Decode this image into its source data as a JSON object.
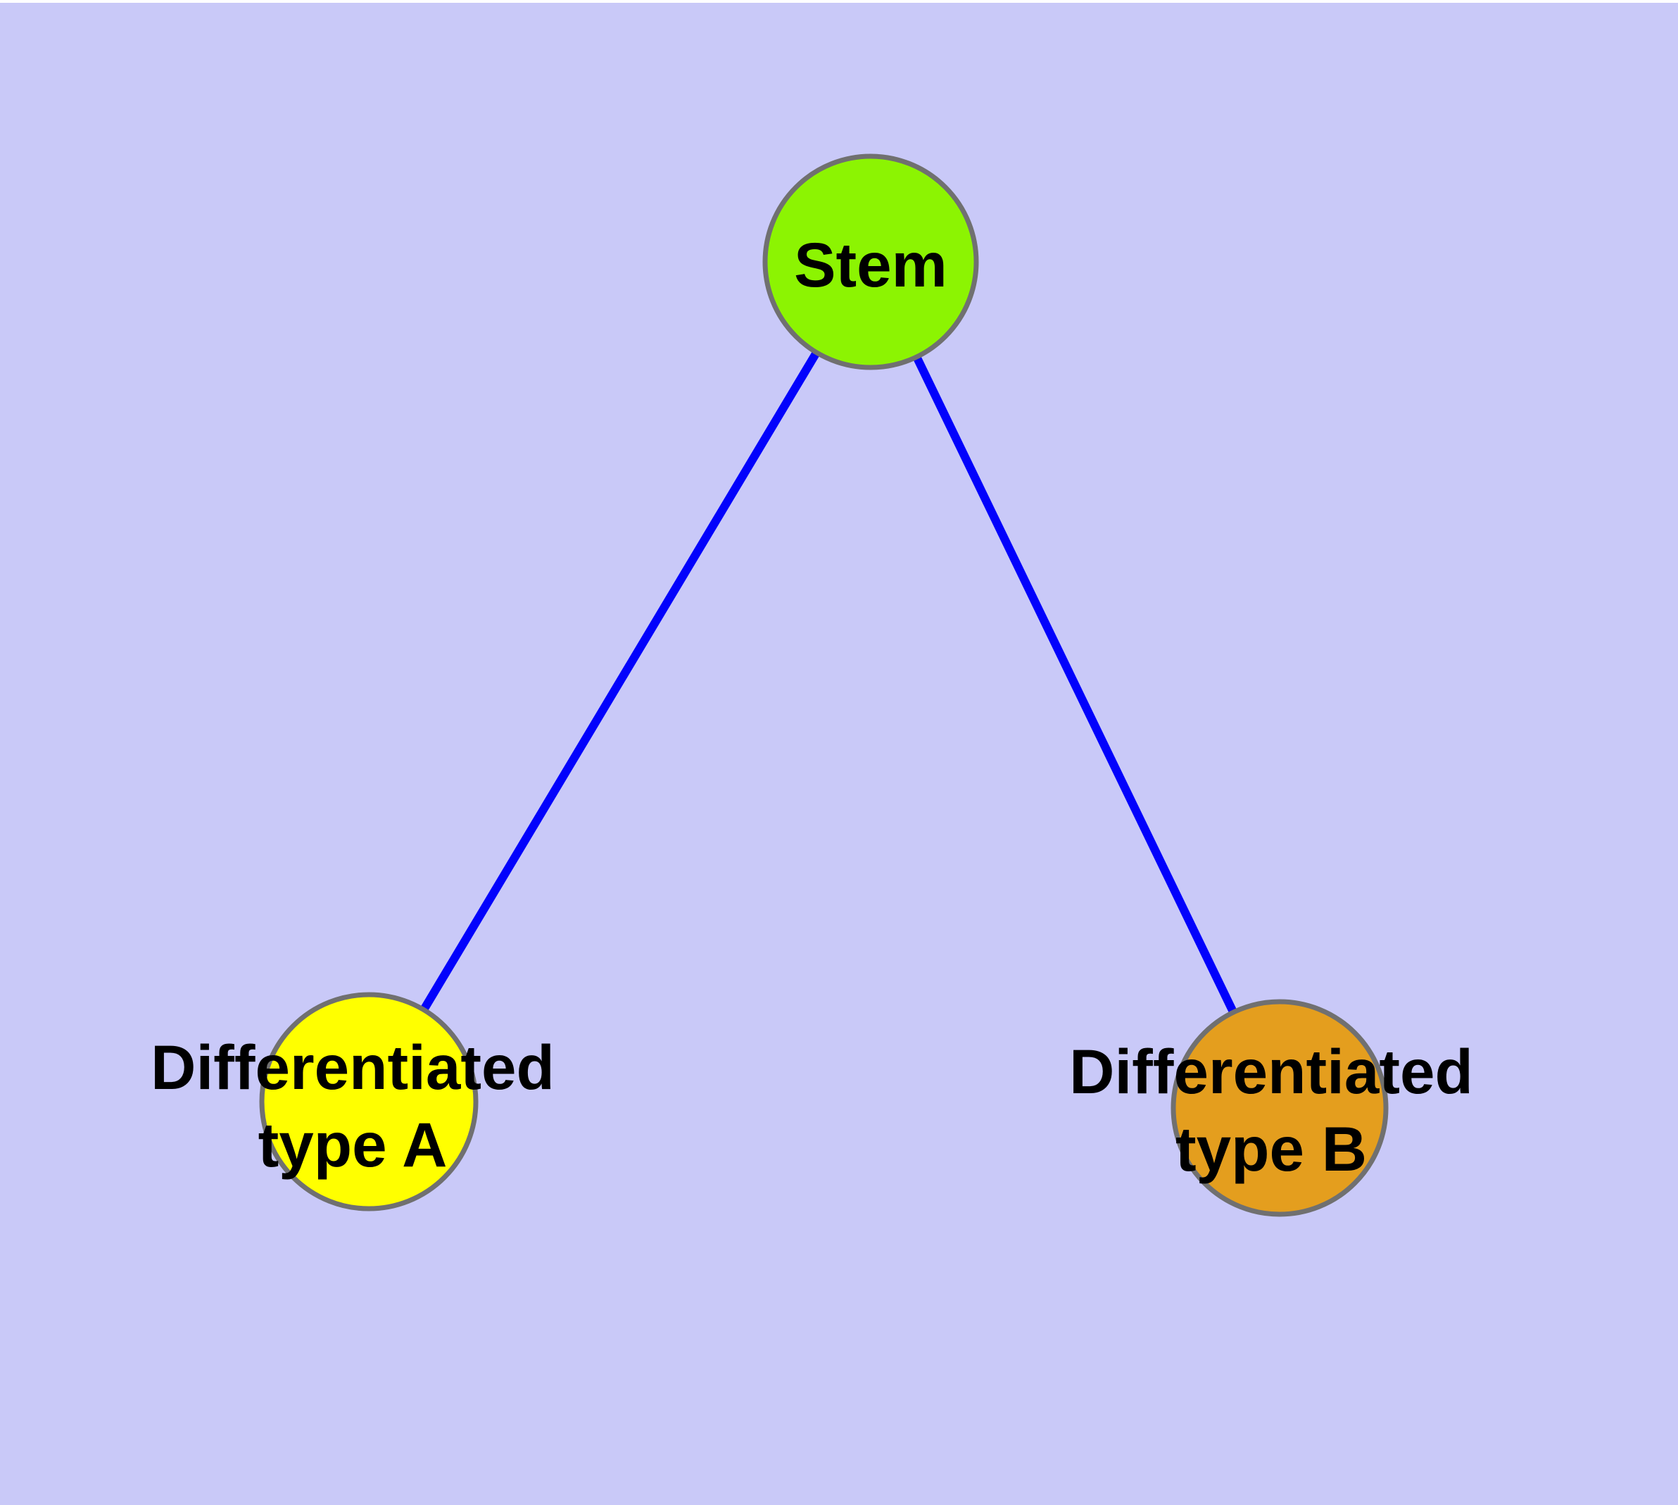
{
  "diagram": {
    "background_color": "#C9C9F8",
    "top_margin_color": "#FFFFFF",
    "edge_color": "#0202FC",
    "node_border_color": "#707070",
    "text_color": "#000000",
    "nodes": [
      {
        "id": "stem",
        "label": "Stem",
        "fill_color": "#8CF402"
      },
      {
        "id": "differentiated-type-a",
        "label_line1": "Differentiated",
        "label_line2": "type A",
        "fill_color": "#FFFF00"
      },
      {
        "id": "differentiated-type-b",
        "label_line1": "Differentiated",
        "label_line2": "type B",
        "fill_color": "#E49E1E"
      }
    ],
    "edges": [
      {
        "from": "Stem",
        "to": "Differentiated type A"
      },
      {
        "from": "Stem",
        "to": "Differentiated type B"
      }
    ]
  }
}
